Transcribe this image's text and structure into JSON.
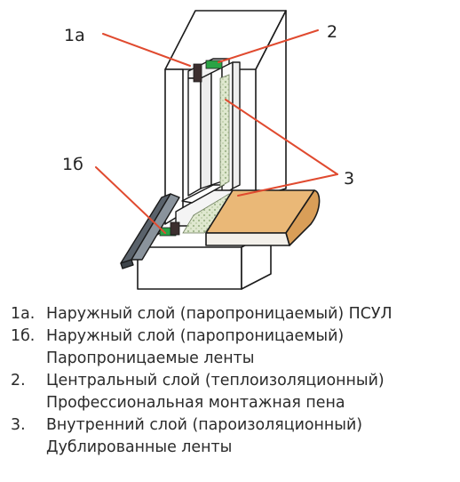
{
  "callouts": {
    "c1a": "1а",
    "c2": "2",
    "c3": "3",
    "c1b": "1б"
  },
  "colors": {
    "arrow": "#e04a2f",
    "sill": "#eab877",
    "vapor_tape": "#2aa345",
    "foam": "#c8d8b0",
    "drip_cap": "#5a626b"
  },
  "legend": [
    {
      "num": "1а.",
      "lines": [
        "Наружный слой (паропроницаемый) ПСУЛ"
      ]
    },
    {
      "num": "1б.",
      "lines": [
        "Наружный слой (паропроницаемый)",
        "Паропроницаемые ленты"
      ]
    },
    {
      "num": "2.",
      "lines": [
        "Центральный слой (теплоизоляционный)",
        "Профессиональная монтажная пена"
      ]
    },
    {
      "num": "3.",
      "lines": [
        "Внутренний слой (пароизоляционный)",
        "Дублированные ленты"
      ]
    }
  ]
}
